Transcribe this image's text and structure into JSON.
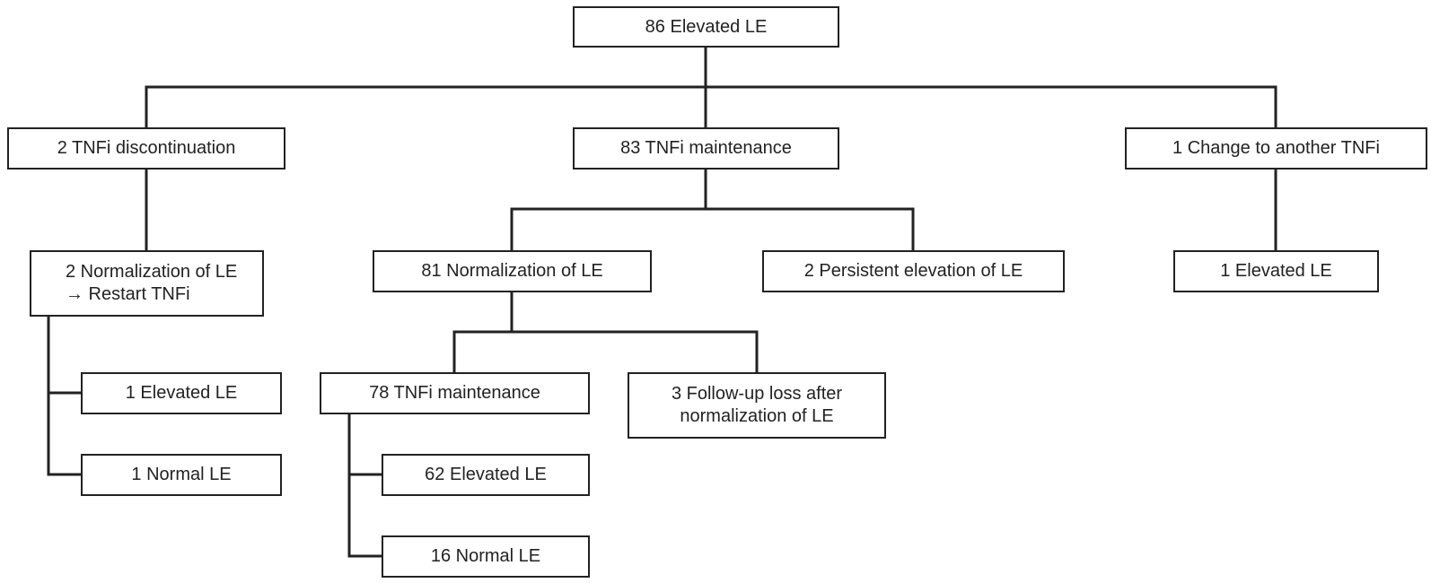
{
  "flowchart": {
    "root": "86 Elevated LE",
    "discontinuation": "2 TNFi discontinuation",
    "maintenance": "83 TNFi maintenance",
    "change": "1 Change to another TNFi",
    "restart": "2 Normalization of LE\n→ Restart TNFi",
    "normalization_81": "81 Normalization of LE",
    "persistent": "2 Persistent elevation of LE",
    "change_elevated": "1 Elevated LE",
    "restart_elevated": "1 Elevated LE",
    "restart_normal": "1 Normal LE",
    "maintenance_78": "78 TNFi maintenance",
    "follow_up_loss": "3 Follow-up loss after\nnormalization of LE",
    "elevated_62": "62 Elevated LE",
    "normal_16": "16 Normal LE"
  },
  "colors": {
    "line": "#222222",
    "box_border": "#222222",
    "background": "#ffffff"
  }
}
